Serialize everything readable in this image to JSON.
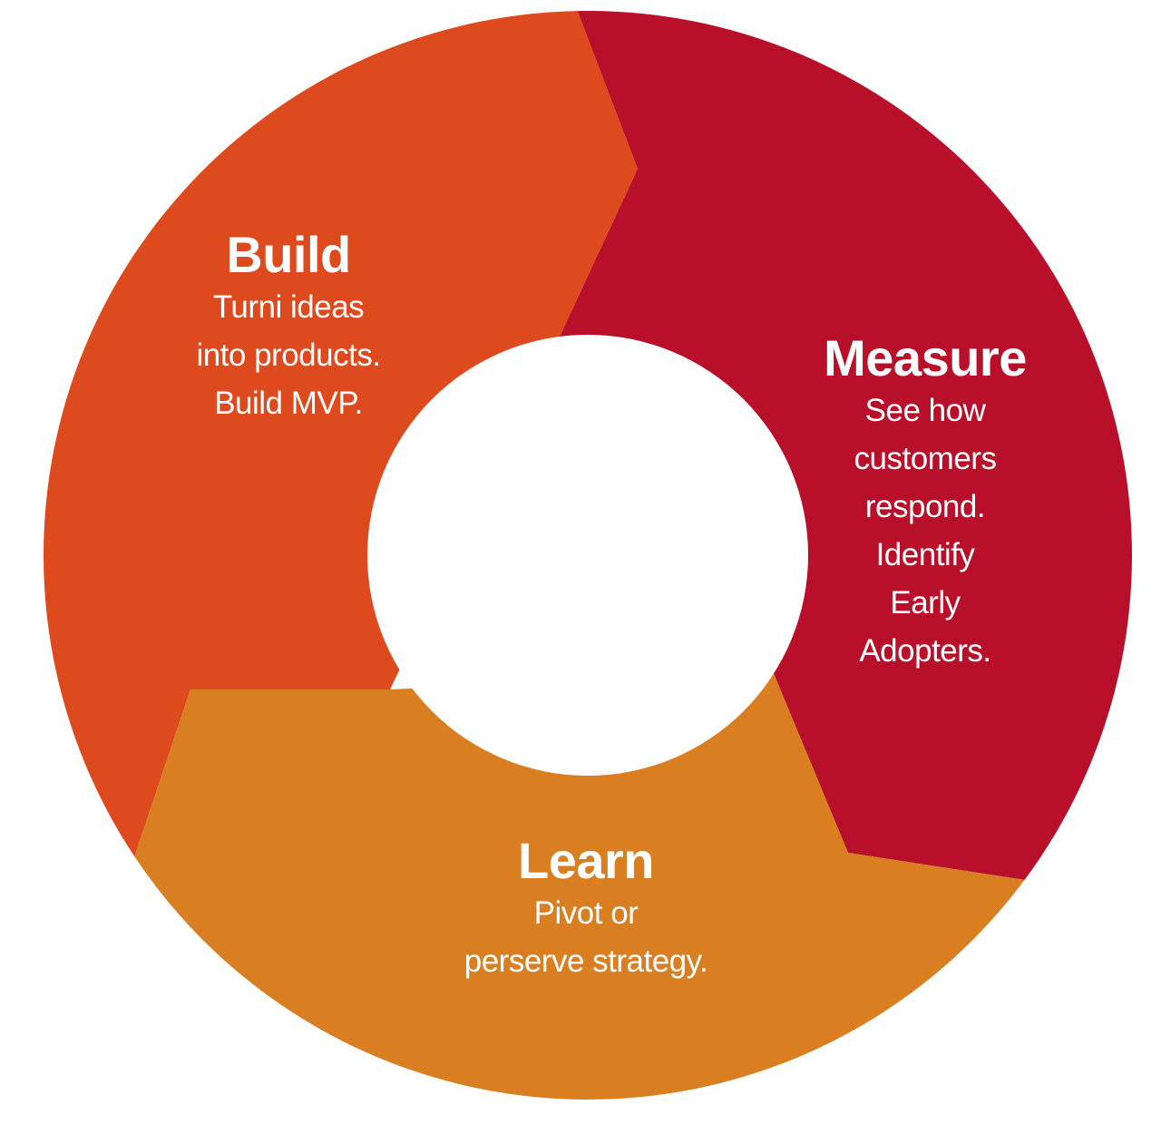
{
  "diagram": {
    "type": "cycle",
    "colors": {
      "build": "#DC4A1D",
      "measure": "#B8102A",
      "learn": "#D97F22",
      "center": "#FFFFFF"
    },
    "stages": [
      {
        "id": "build",
        "title": "Build",
        "description": "Turni ideas\ninto products.\nBuild MVP."
      },
      {
        "id": "measure",
        "title": "Measure",
        "description": "See how\ncustomers\nrespond.\nIdentify\nEarly\nAdopters."
      },
      {
        "id": "learn",
        "title": "Learn",
        "description": "Pivot or\nperserve strategy."
      }
    ]
  }
}
